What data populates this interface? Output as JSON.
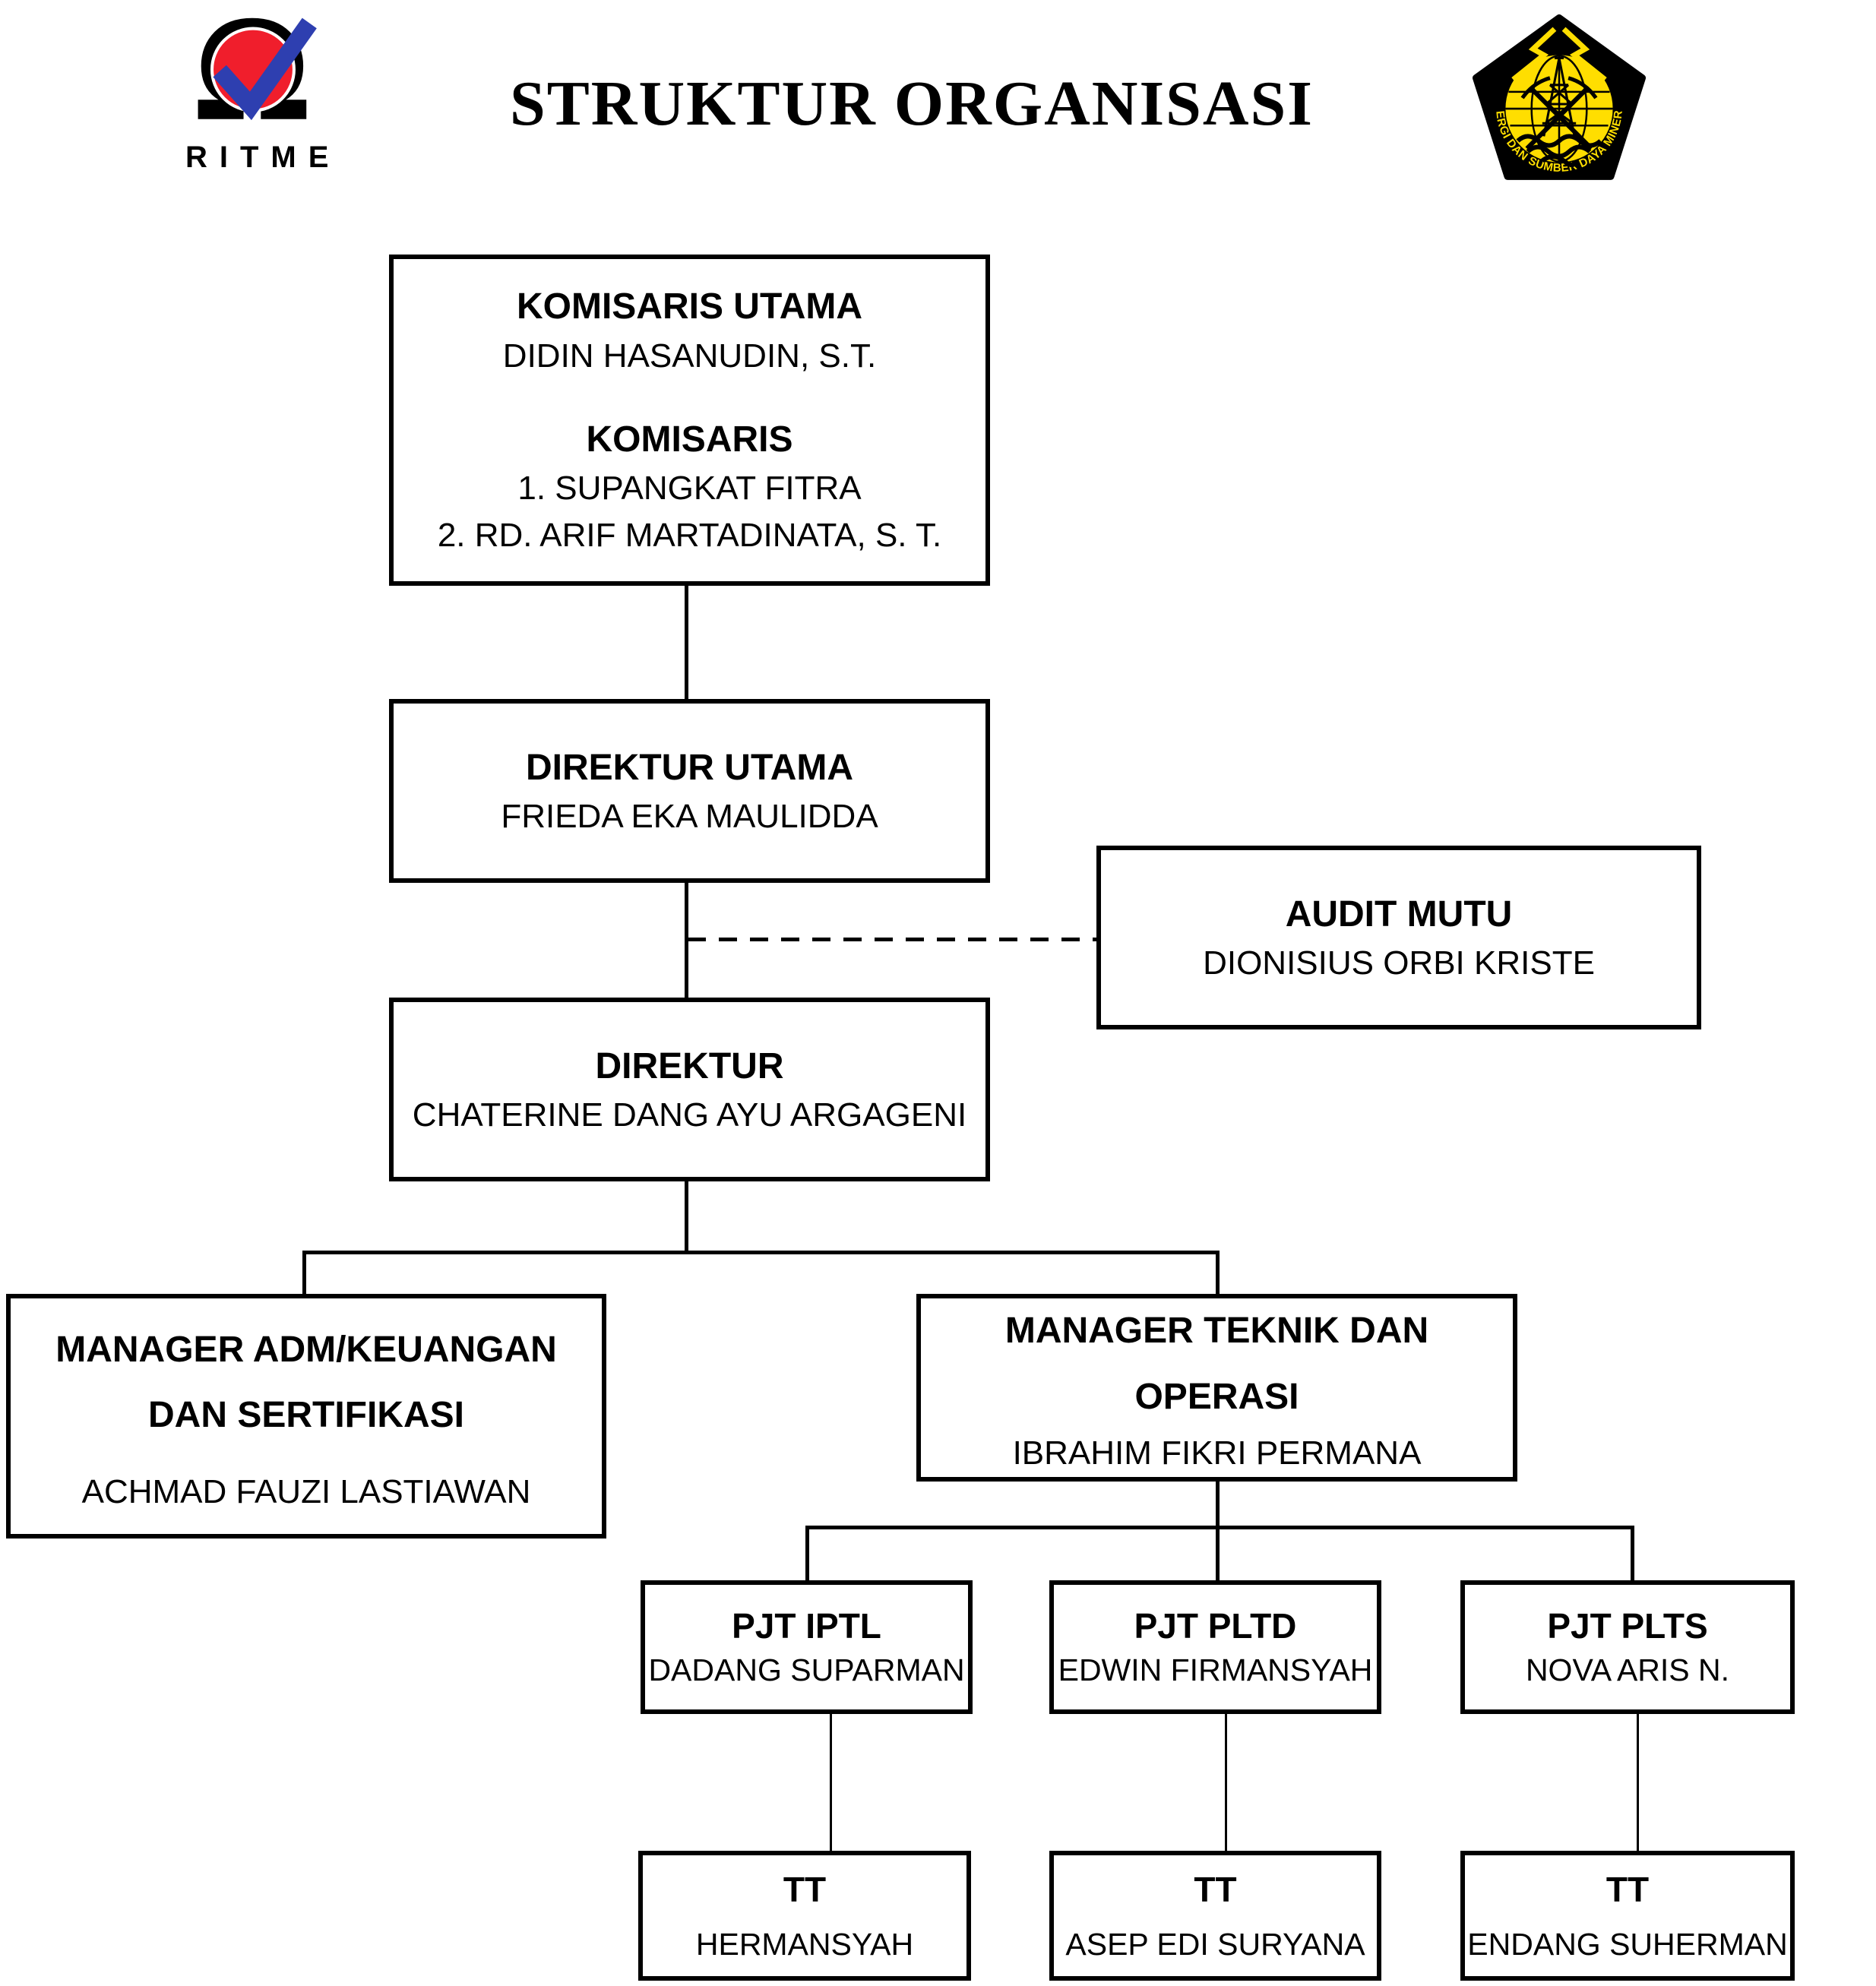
{
  "header": {
    "title": "STRUKTUR ORGANISASI",
    "ritme": {
      "label": "RITME"
    },
    "esdm": {
      "ring_text": "ENERGI DAN SUMBER DAYA MINERAL"
    }
  },
  "colors": {
    "ritme_red": "#F01E2C",
    "ritme_blue": "#2E3FB0",
    "esdm_yellow": "#FFDE00",
    "line_black": "#000000"
  },
  "boxes": {
    "komisaris": {
      "role": "KOMISARIS UTAMA",
      "holder": "DIDIN HASANUDIN, S.T.",
      "role2": "KOMISARIS",
      "member1": "1. SUPANGKAT FITRA",
      "member2": "2. RD. ARIF MARTADINATA, S. T."
    },
    "direktur_utama": {
      "role": "DIREKTUR UTAMA",
      "holder": "FRIEDA EKA MAULIDDA"
    },
    "audit_mutu": {
      "role": "AUDIT MUTU",
      "holder": "DIONISIUS ORBI KRISTE"
    },
    "direktur": {
      "role": "DIREKTUR",
      "holder": "CHATERINE DANG AYU ARGAGENI"
    },
    "mgr_adm": {
      "role_line1": "MANAGER ADM/KEUANGAN",
      "role_line2": "DAN SERTIFIKASI",
      "holder": "ACHMAD FAUZI LASTIAWAN"
    },
    "mgr_teknik": {
      "role_line1": "MANAGER TEKNIK DAN",
      "role_line2": "OPERASI",
      "holder": "IBRAHIM FIKRI PERMANA"
    },
    "pjt_iptl": {
      "role": "PJT IPTL",
      "holder": "DADANG SUPARMAN"
    },
    "pjt_pltd": {
      "role": "PJT PLTD",
      "holder": "EDWIN FIRMANSYAH"
    },
    "pjt_plts": {
      "role": "PJT PLTS",
      "holder": "NOVA ARIS N."
    },
    "tt_iptl": {
      "role": "TT",
      "holder": "HERMANSYAH"
    },
    "tt_pltd": {
      "role": "TT",
      "holder": "ASEP EDI SURYANA"
    },
    "tt_plts": {
      "role": "TT",
      "holder": "ENDANG SUHERMAN"
    }
  }
}
